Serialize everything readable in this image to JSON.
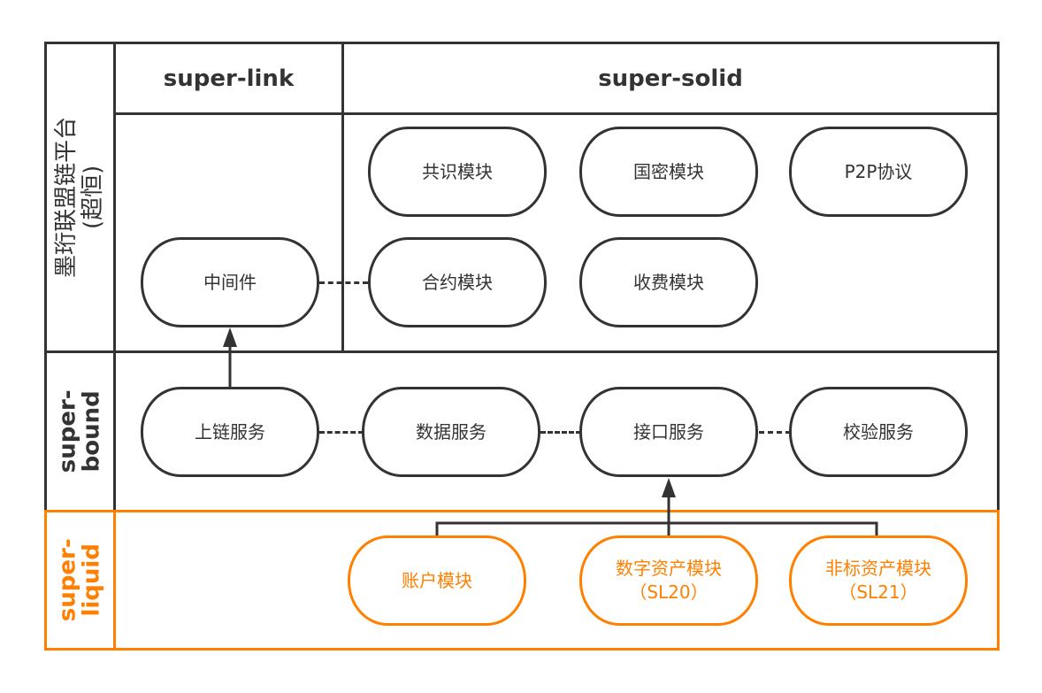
{
  "colors": {
    "line": "#333333",
    "accent": "#ff8000",
    "background": "#ffffff"
  },
  "layers": {
    "platform": {
      "label_line1": "墨珩联盟链平台",
      "label_line2": "(超恒)"
    },
    "bound": {
      "label": "super-\nbound"
    },
    "liquid": {
      "label": "super-\nliquid"
    }
  },
  "headers": {
    "link": "super-link",
    "solid": "super-solid"
  },
  "modules": {
    "link": [
      {
        "label": "中间件"
      }
    ],
    "solid": [
      {
        "label": "共识模块"
      },
      {
        "label": "国密模块"
      },
      {
        "label": "P2P协议"
      },
      {
        "label": "合约模块"
      },
      {
        "label": "收费模块"
      }
    ],
    "bound": [
      {
        "label": "上链服务"
      },
      {
        "label": "数据服务"
      },
      {
        "label": "接口服务"
      },
      {
        "label": "校验服务"
      }
    ],
    "liquid": [
      {
        "label": "账户模块"
      },
      {
        "label": "数字资产模块\n（SL20）"
      },
      {
        "label": "非标资产模块\n（SL21）"
      }
    ]
  }
}
